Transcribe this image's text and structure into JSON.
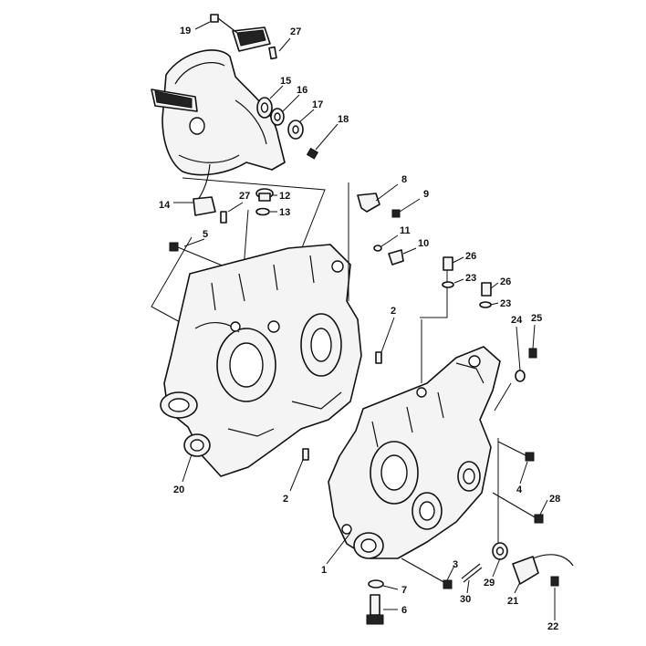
{
  "callouts": [
    {
      "id": "c19",
      "text": "19"
    },
    {
      "id": "c27a",
      "text": "27"
    },
    {
      "id": "c15",
      "text": "15"
    },
    {
      "id": "c16",
      "text": "16"
    },
    {
      "id": "c17",
      "text": "17"
    },
    {
      "id": "c18",
      "text": "18"
    },
    {
      "id": "c14",
      "text": "14"
    },
    {
      "id": "c27b",
      "text": "27"
    },
    {
      "id": "c12",
      "text": "12"
    },
    {
      "id": "c13",
      "text": "13"
    },
    {
      "id": "c5",
      "text": "5"
    },
    {
      "id": "c8",
      "text": "8"
    },
    {
      "id": "c9",
      "text": "9"
    },
    {
      "id": "c11",
      "text": "11"
    },
    {
      "id": "c10",
      "text": "10"
    },
    {
      "id": "c26a",
      "text": "26"
    },
    {
      "id": "c23a",
      "text": "23"
    },
    {
      "id": "c26b",
      "text": "26"
    },
    {
      "id": "c23b",
      "text": "23"
    },
    {
      "id": "c24",
      "text": "24"
    },
    {
      "id": "c25",
      "text": "25"
    },
    {
      "id": "c2a",
      "text": "2"
    },
    {
      "id": "c20",
      "text": "20"
    },
    {
      "id": "c2b",
      "text": "2"
    },
    {
      "id": "c4",
      "text": "4"
    },
    {
      "id": "c28",
      "text": "28"
    },
    {
      "id": "c1",
      "text": "1"
    },
    {
      "id": "c3",
      "text": "3"
    },
    {
      "id": "c29",
      "text": "29"
    },
    {
      "id": "c30",
      "text": "30"
    },
    {
      "id": "c21",
      "text": "21"
    },
    {
      "id": "c7",
      "text": "7"
    },
    {
      "id": "c6",
      "text": "6"
    },
    {
      "id": "c22",
      "text": "22"
    }
  ]
}
